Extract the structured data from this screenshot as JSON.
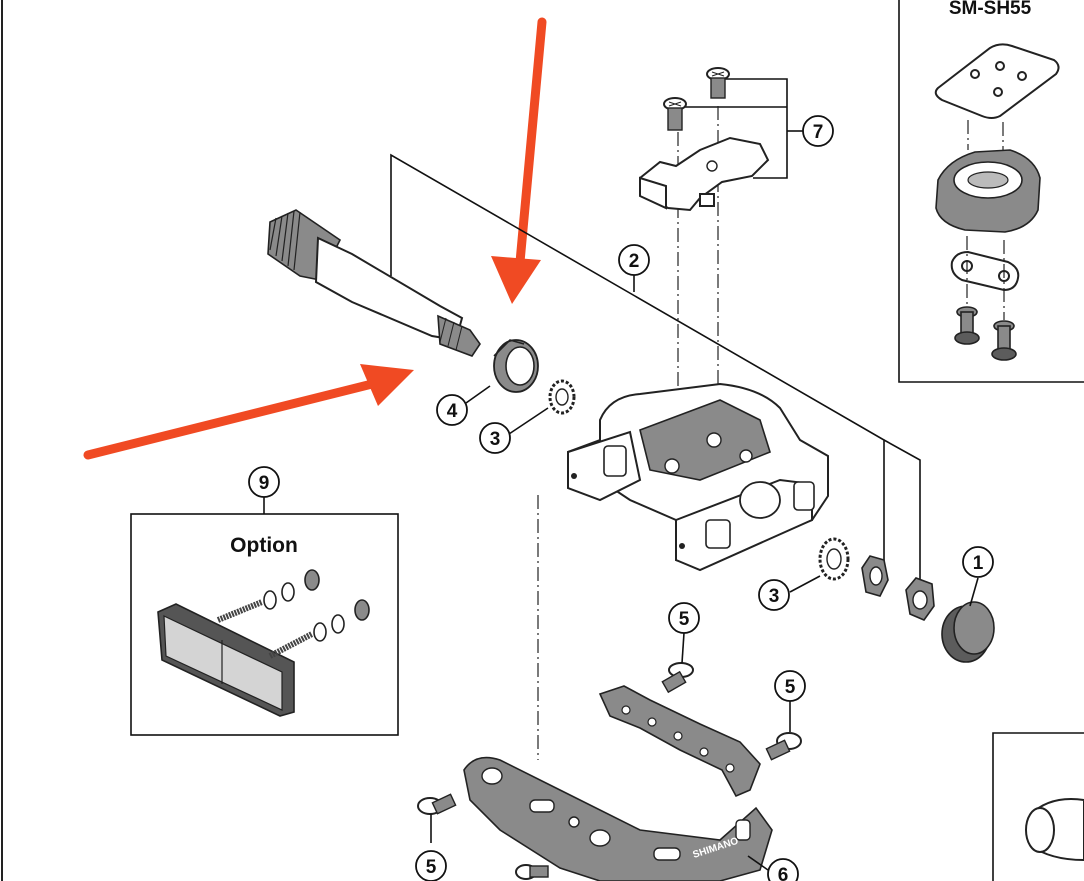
{
  "inset_sm_sh55": {
    "title": "SM-SH55"
  },
  "option_box": {
    "title": "Option"
  },
  "callouts": [
    {
      "id": "c1",
      "label": "1"
    },
    {
      "id": "c2",
      "label": "2"
    },
    {
      "id": "c3a",
      "label": "3"
    },
    {
      "id": "c3b",
      "label": "3"
    },
    {
      "id": "c4",
      "label": "4"
    },
    {
      "id": "c5a",
      "label": "5"
    },
    {
      "id": "c5b",
      "label": "5"
    },
    {
      "id": "c5c",
      "label": "5"
    },
    {
      "id": "c6",
      "label": "6"
    },
    {
      "id": "c7",
      "label": "7"
    },
    {
      "id": "c9",
      "label": "9"
    }
  ],
  "cage_brand": "SHIMANO",
  "colors": {
    "annotation_arrow": "#f04a23",
    "line": "#111111",
    "part_gray": "#8a8a8a"
  },
  "icons": [
    "annotation-arrow-down-icon",
    "annotation-arrow-right-icon"
  ]
}
